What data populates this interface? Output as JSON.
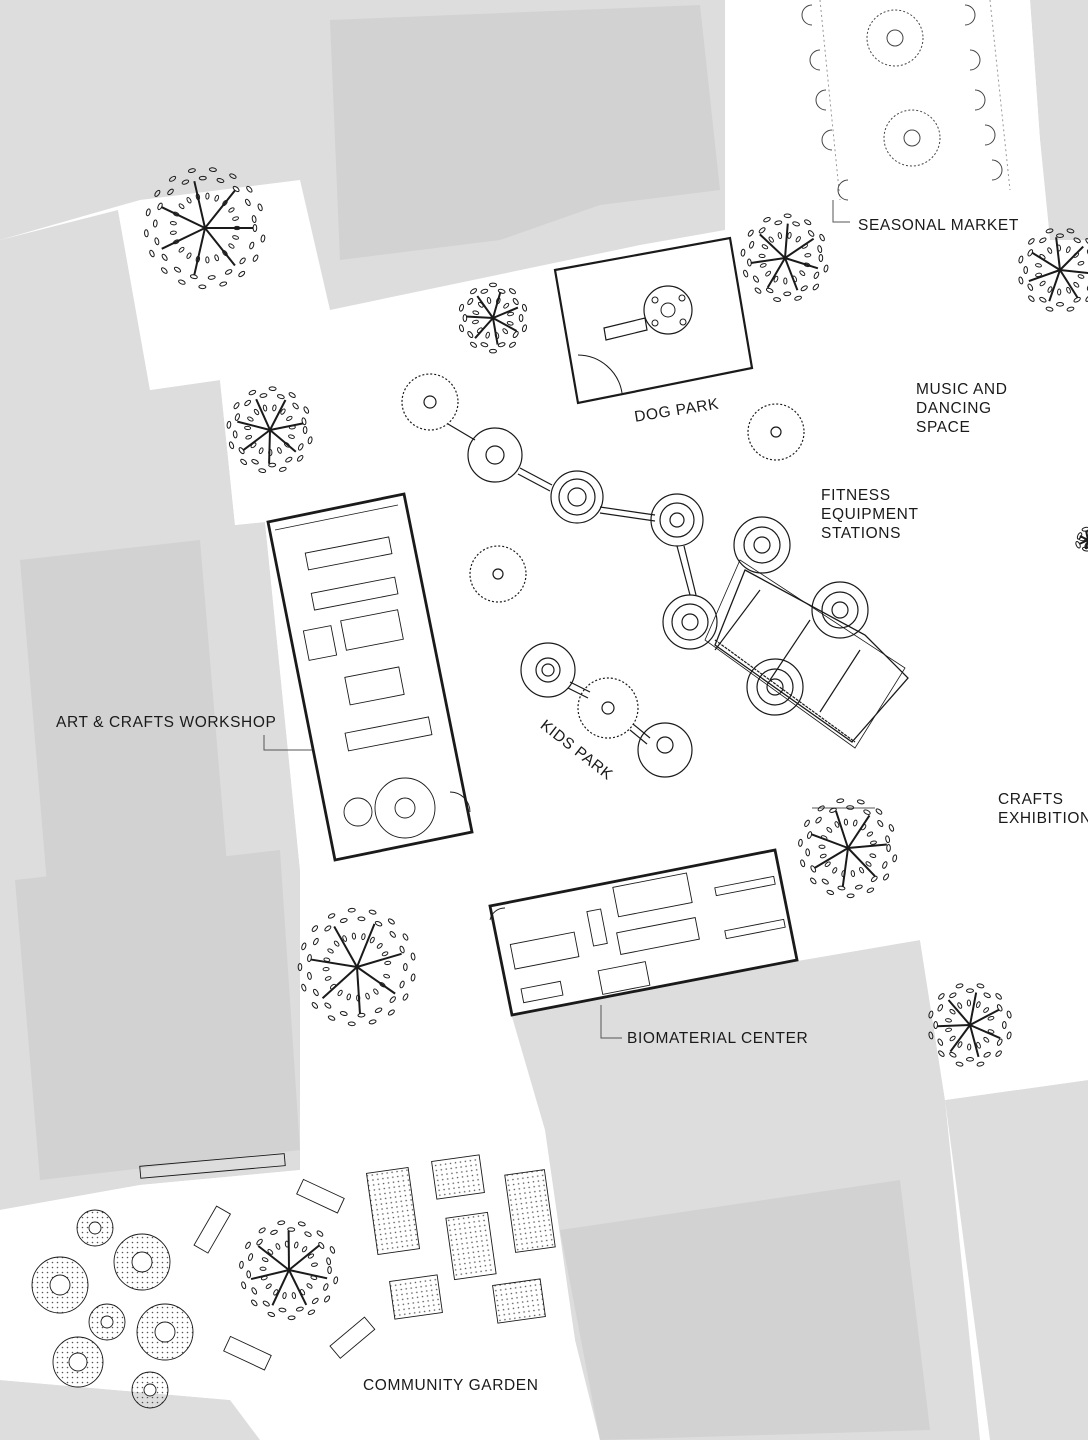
{
  "labels": {
    "seasonal_market": "SEASONAL MARKET",
    "music_dancing": "MUSIC AND\nDANCING\nSPACE",
    "dog_park": "DOG PARK",
    "fitness": "FITNESS\nEQUIPMENT\nSTATIONS",
    "art_crafts": "ART & CRAFTS WORKSHOP",
    "kids_park": "KIDS PARK",
    "crafts_exhibition": "CRAFTS\nEXHIBITION",
    "biomaterial": "BIOMATERIAL CENTER",
    "community_garden": "COMMUNITY GARDEN"
  },
  "colors": {
    "building_fill": "#dddddd",
    "ground_fill": "#ffffff",
    "linework": "#1a1a1a"
  }
}
